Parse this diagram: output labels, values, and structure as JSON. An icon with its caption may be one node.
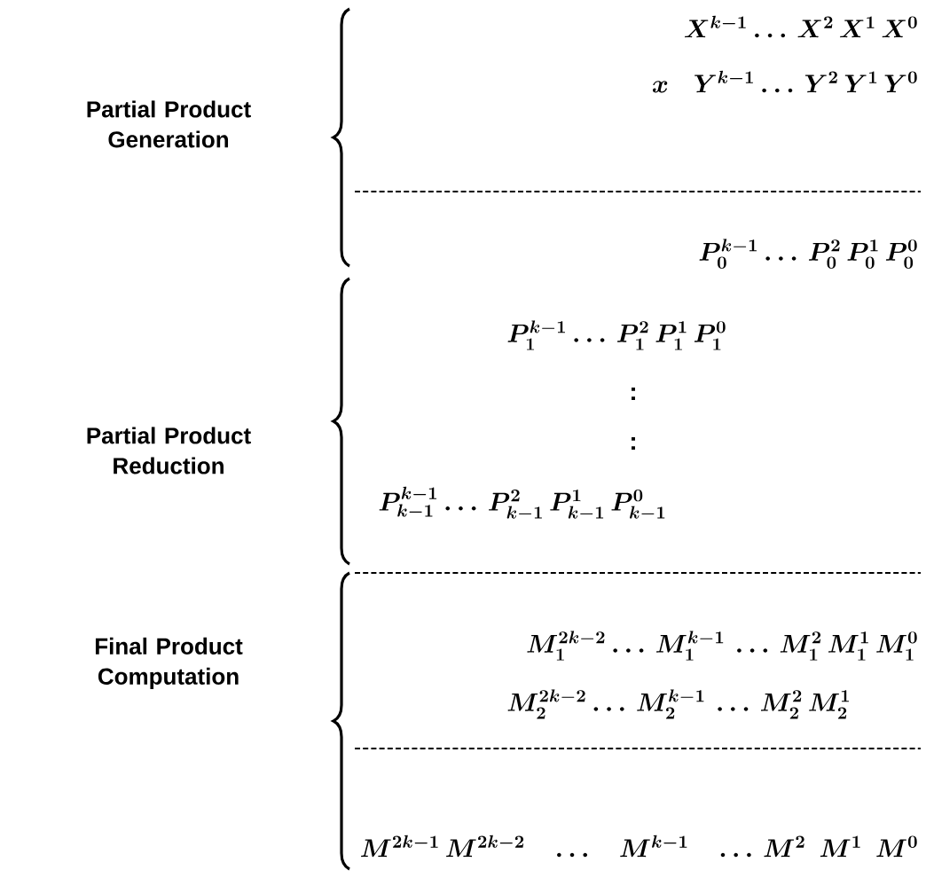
{
  "diagram": {
    "labels": [
      "Partial Product Generation",
      "X^{k-1}\\ldots\\, X^2\\, X^1\\, X^0",
      "x\\quad Y^{k-1}\\ldots\\, Y^2\\, Y^1\\, Y^0",
      "P_0^{k-1}\\ldots\\, P_0^2\\, P_0^1\\, P_0^0",
      "Partial Product Reduction",
      "P_1^{k-1}\\ldots\\, P_1^2\\, P_1^1\\, P_1^0",
      ":",
      ":",
      "P_{k-1}^{k-1}\\ldots\\, P_{k-1}^2\\, P_{k-1}^1\\, P_{k-1}^0",
      "M_1^{2k-2}\\ldots\\, M_1^{k-1}\\, \\ldots\\, M_1^2\\, M_1^1\\, M_1^0",
      "Final Product Computation",
      "M_2^{2k-2}\\ldots\\, M_2^{k-1}\\, \\ldots\\, M_2^2\\, M_2^1",
      "M^{2k-1}\\, M^{2k-2}\\quad\\ldots\\quad M^{k-1}\\quad\\ldots\\, M^2\\;\\, M^1\\;\\, M^0"
    ]
  }
}
